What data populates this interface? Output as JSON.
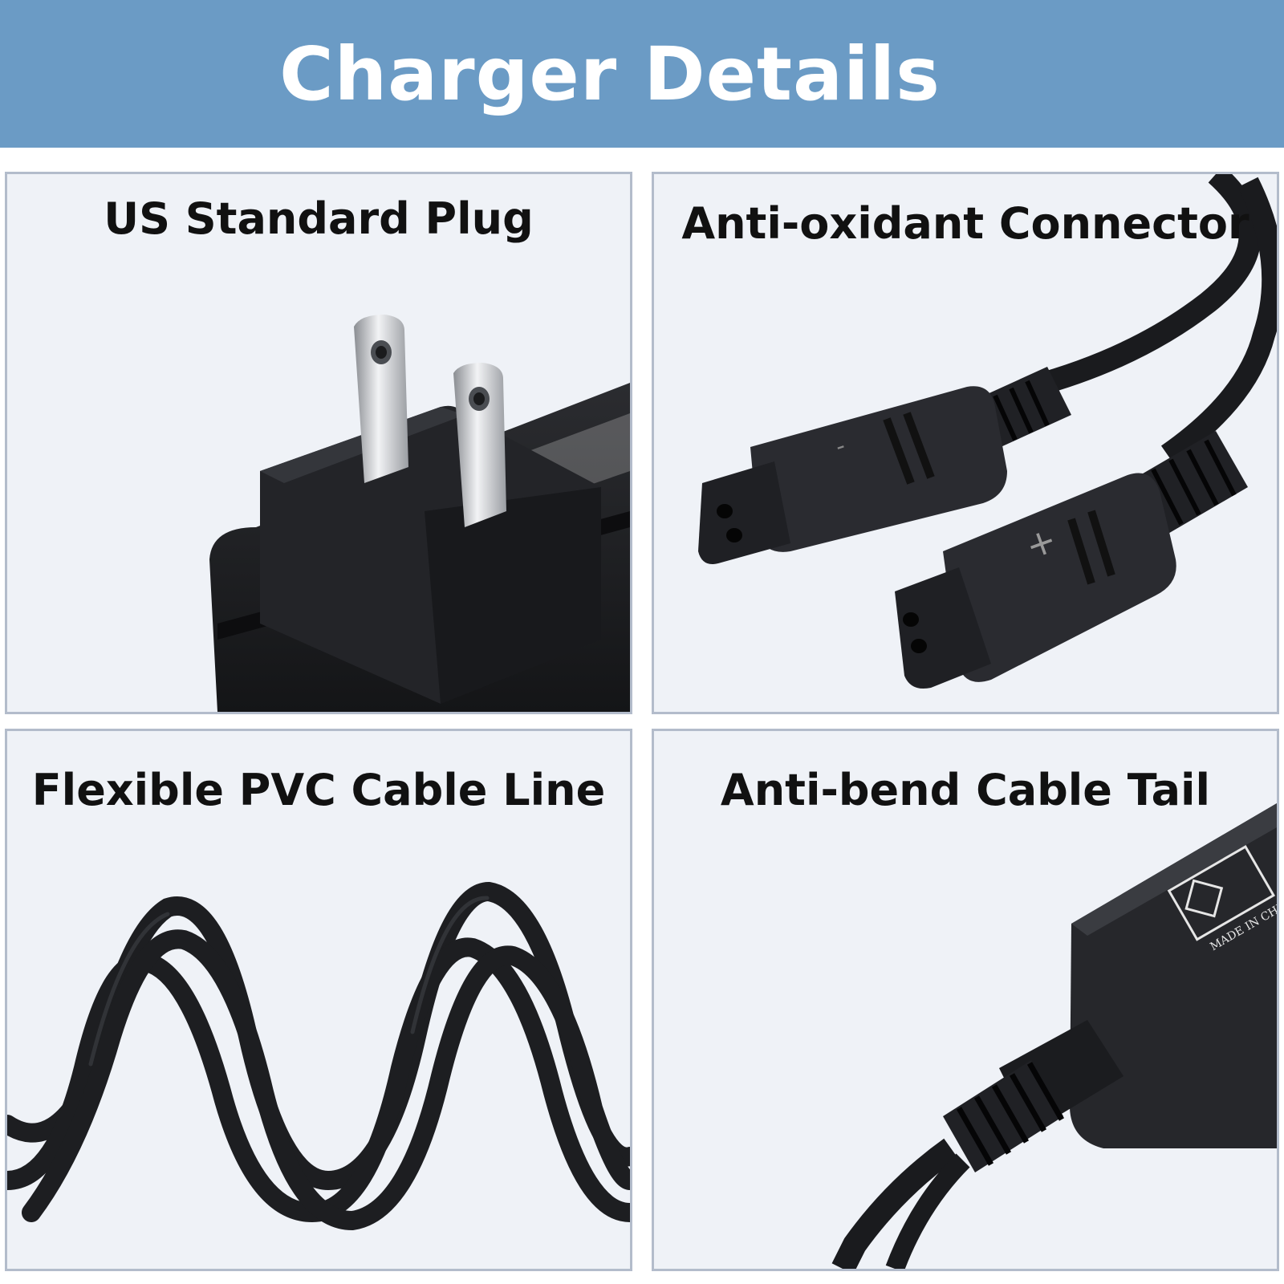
{
  "header": {
    "title": "Charger Details"
  },
  "panels": [
    {
      "label": "US Standard Plug",
      "icon": "wall-plug-icon"
    },
    {
      "label": "Anti-oxidant Connector",
      "icon": "connector-icon"
    },
    {
      "label": "Flexible PVC Cable Line",
      "icon": "coiled-cable-icon"
    },
    {
      "label": "Anti-bend Cable Tail",
      "icon": "cable-tail-icon"
    }
  ],
  "colors": {
    "banner": "#6b9bc5",
    "panel_bg": "#eff2f7",
    "panel_border": "#b3bccb",
    "product": "#1c1d20"
  }
}
